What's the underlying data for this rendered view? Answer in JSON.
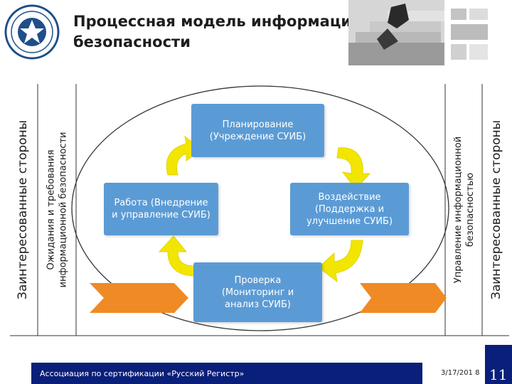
{
  "title": "Процессная модель информационной безопасности",
  "left_band": "Заинтересованные стороны",
  "left_expectations": [
    "Ожидания и требования",
    "информационной безопасности"
  ],
  "right_management": [
    "Управление информационной",
    "безопасностью"
  ],
  "right_band": "Заинтересованные стороны",
  "boxes": {
    "plan": "Планирование (Учреждение СУИБ)",
    "do": "Работа (Внедрение и управление СУИБ)",
    "act": "Воздействие (Поддержка и улучшение СУИБ)",
    "check": "Проверка (Мониторинг и анализ СУИБ)"
  },
  "footer": {
    "org": "Ассоциация по сертификации «Русский Регистр»",
    "date": "3/17/201 8",
    "page": "11"
  },
  "colors": {
    "box": "#5b9bd5",
    "arrow": "#f2e600",
    "input_arrow": "#f08a24",
    "footer": "#0a1f7a"
  },
  "icons": [
    "logo-emblem",
    "photo-steps"
  ]
}
